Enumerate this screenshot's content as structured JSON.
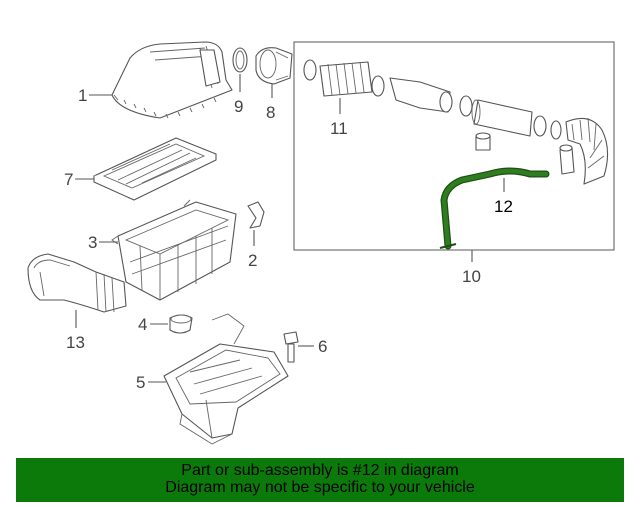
{
  "diagram": {
    "callouts": [
      {
        "id": "1",
        "label": "1"
      },
      {
        "id": "2",
        "label": "2"
      },
      {
        "id": "3",
        "label": "3"
      },
      {
        "id": "4",
        "label": "4"
      },
      {
        "id": "5",
        "label": "5"
      },
      {
        "id": "6",
        "label": "6"
      },
      {
        "id": "7",
        "label": "7"
      },
      {
        "id": "8",
        "label": "8"
      },
      {
        "id": "9",
        "label": "9"
      },
      {
        "id": "10",
        "label": "10"
      },
      {
        "id": "11",
        "label": "11"
      },
      {
        "id": "12",
        "label": "12"
      },
      {
        "id": "13",
        "label": "13"
      }
    ],
    "highlighted_part": "12",
    "highlight_color": "#2e7d1f"
  },
  "banner": {
    "line1": "Part or sub-assembly is #12 in diagram",
    "line2": "Diagram may not be specific to your vehicle",
    "background": "#0b7a0b"
  }
}
